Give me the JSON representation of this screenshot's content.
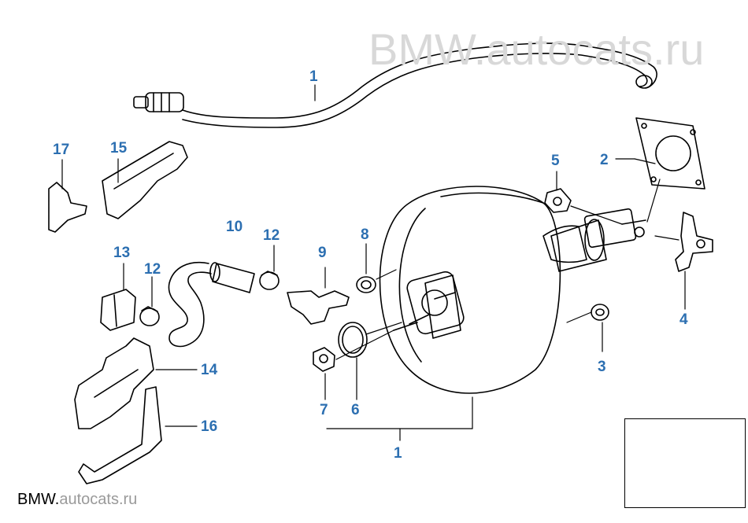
{
  "watermark": {
    "text": "BMW.autocats.ru"
  },
  "brand": {
    "part1": "BMW.",
    "part2": "autocats",
    "part3": ".ru"
  },
  "callouts": {
    "c1_top": "1",
    "c1_bottom": "1",
    "c2": "2",
    "c3": "3",
    "c4": "4",
    "c5": "5",
    "c6": "6",
    "c7": "7",
    "c8": "8",
    "c9": "9",
    "c10": "10",
    "c12a": "12",
    "c12b": "12",
    "c13": "13",
    "c14": "14",
    "c15": "15",
    "c16": "16",
    "c17": "17"
  },
  "colors": {
    "callout": "#2c6fb1",
    "line": "#000000",
    "watermark": "#d8d8d8"
  },
  "thumbnail": {
    "icon": "car-location-icon"
  }
}
